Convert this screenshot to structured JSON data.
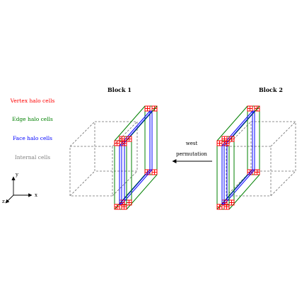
{
  "legend": {
    "vertex": {
      "label": "Vertex halo cells",
      "color": "#ff0000"
    },
    "edge": {
      "label": "Edge halo cells",
      "color": "#008000"
    },
    "face": {
      "label": "Face halo cells",
      "color": "#0000ff"
    },
    "internal": {
      "label": "Internal cells",
      "color": "#808080"
    }
  },
  "blocks": {
    "left": {
      "title": "Block 1"
    },
    "right": {
      "title": "Block 2"
    }
  },
  "arrow": {
    "line1": "west",
    "line2": "permutation"
  },
  "axes": {
    "x": "x",
    "y": "y",
    "z": "z"
  },
  "colors": {
    "box": "#707070"
  }
}
